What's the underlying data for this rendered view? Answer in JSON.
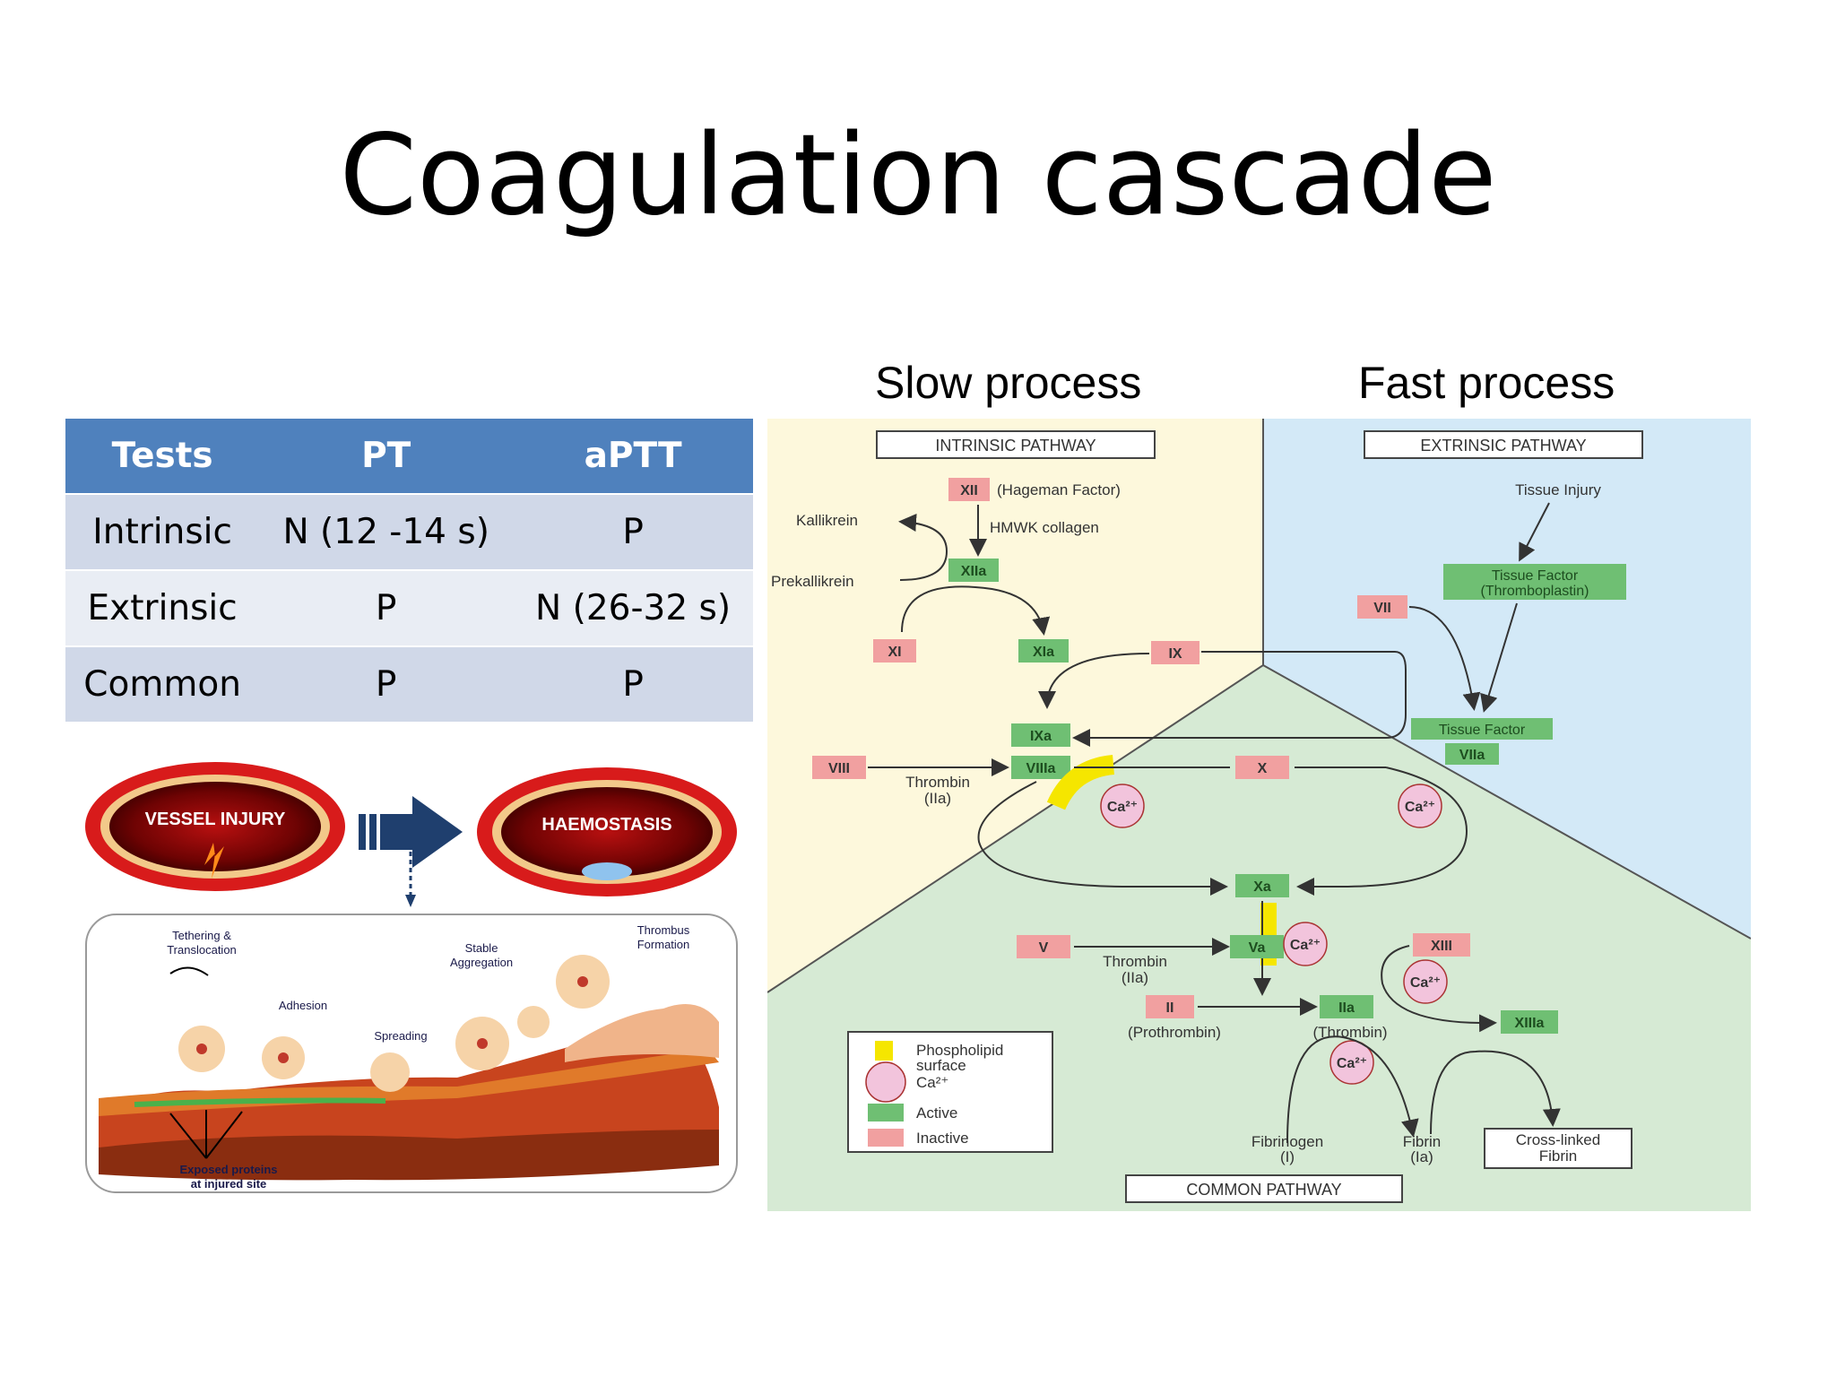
{
  "slide": {
    "title": "Coagulation cascade"
  },
  "process_labels": {
    "slow": "Slow process",
    "fast": "Fast process"
  },
  "table": {
    "headers": [
      "Tests",
      "PT",
      "aPTT"
    ],
    "rows": [
      [
        "Intrinsic",
        "N (12 -14 s)",
        "P"
      ],
      [
        "Extrinsic",
        "P",
        "N (26-32 s)"
      ],
      [
        "Common",
        "P",
        "P"
      ]
    ]
  },
  "haemostasis_figure": {
    "vessel_injury": "VESSEL INJURY",
    "haemostasis": "HAEMOSTASIS",
    "tethering_1": "Tethering &",
    "tethering_2": "Translocation",
    "adhesion": "Adhesion",
    "spreading": "Spreading",
    "stable_1": "Stable",
    "stable_2": "Aggregation",
    "thrombus_1": "Thrombus",
    "thrombus_2": "Formation",
    "exposed_1": "Exposed proteins",
    "exposed_2": "at injured site"
  },
  "cascade": {
    "intrinsic_pathway": "INTRINSIC PATHWAY",
    "extrinsic_pathway": "EXTRINSIC PATHWAY",
    "common_pathway": "COMMON PATHWAY",
    "xii": "XII",
    "hageman": "(Hageman Factor)",
    "hmwk": "HMWK collagen",
    "kallikrein": "Kallikrein",
    "prekallikrein": "Prekallikrein",
    "xiia": "XIIa",
    "xi": "XI",
    "xia": "XIa",
    "ix": "IX",
    "ixa": "IXa",
    "viii": "VIII",
    "viiia": "VIIIa",
    "thrombin": "Thrombin",
    "iia": "(IIa)",
    "x": "X",
    "ca": "Ca²⁺",
    "xa": "Xa",
    "v": "V",
    "va": "Va",
    "ii": "II",
    "prothrombin": "(Prothrombin)",
    "iia_box": "IIa",
    "thrombin_paren": "(Thrombin)",
    "xiii": "XIII",
    "xiiia": "XIIIa",
    "fibrinogen": "Fibrinogen",
    "fibrinogen_i": "(I)",
    "fibrin": "Fibrin",
    "fibrin_ia": "(Ia)",
    "crosslinked_1": "Cross-linked",
    "crosslinked_2": "Fibrin",
    "tissue_injury": "Tissue Injury",
    "tf_1": "Tissue Factor",
    "tf_2": "(Thromboplastin)",
    "vii": "VII",
    "tf_complex": "Tissue Factor",
    "viia": "VIIa",
    "legend_phospholipid_1": "Phospholipid",
    "legend_phospholipid_2": "surface",
    "legend_ca": "Ca²⁺",
    "legend_active": "Active",
    "legend_inactive": "Inactive"
  },
  "colors": {
    "header_blue": "#4f81bd",
    "row_dark": "#d0d8e8",
    "row_light": "#e9edf4",
    "intrinsic_bg": "#fdf8dc",
    "extrinsic_bg": "#d3e9f7",
    "common_bg": "#d6ead4",
    "active_green": "#6fbf73",
    "inactive_pink": "#f1a0a0",
    "calcium_pink": "#f2c4dc",
    "phospholipid_yellow": "#f5e600",
    "arrow_navy": "#1f3f6e"
  }
}
